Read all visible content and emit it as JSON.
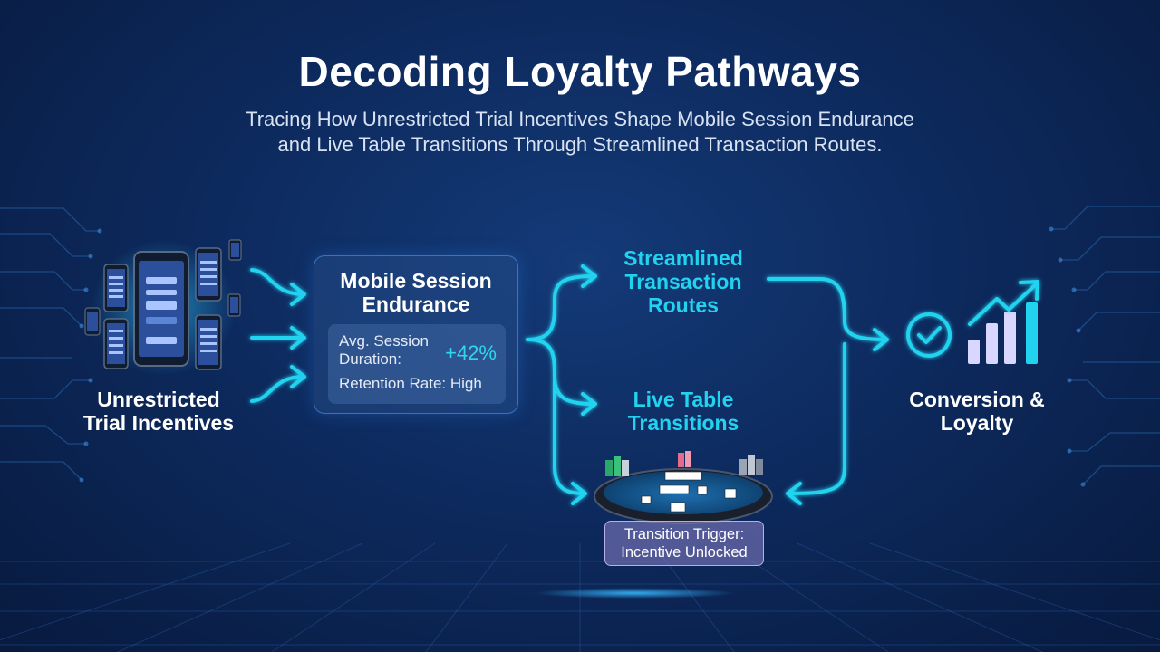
{
  "title": "Decoding Loyalty Pathways",
  "subtitle": {
    "line1": "Tracing How Unrestricted Trial Incentives Shape Mobile Session Endurance",
    "line2": "and Live Table Transitions Through Streamlined Transaction Routes."
  },
  "nodes": {
    "incentives": {
      "line1": "Unrestricted",
      "line2": "Trial Incentives"
    },
    "session": {
      "title_line1": "Mobile Session",
      "title_line2": "Endurance",
      "stat_label_line1": "Avg. Session",
      "stat_label_line2": "Duration:",
      "stat_value": "+42%",
      "retention": "Retention Rate: High"
    },
    "transaction": {
      "line1": "Streamlined",
      "line2": "Transaction",
      "line3": "Routes"
    },
    "live_table": {
      "line1": "Live Table",
      "line2": "Transitions"
    },
    "trigger": {
      "line1": "Transition Trigger:",
      "line2": "Incentive Unlocked"
    },
    "conversion": {
      "line1": "Conversion &",
      "line2": "Loyalty"
    }
  },
  "colors": {
    "accent_cyan": "#22d3f0",
    "background": "#0d2a5e",
    "trigger_fill": "#8c82c8"
  },
  "icons": [
    "phone-icon",
    "check-circle-icon",
    "bar-chart-icon",
    "trend-arrow-icon",
    "casino-table-icon",
    "chip-stack-icon"
  ]
}
